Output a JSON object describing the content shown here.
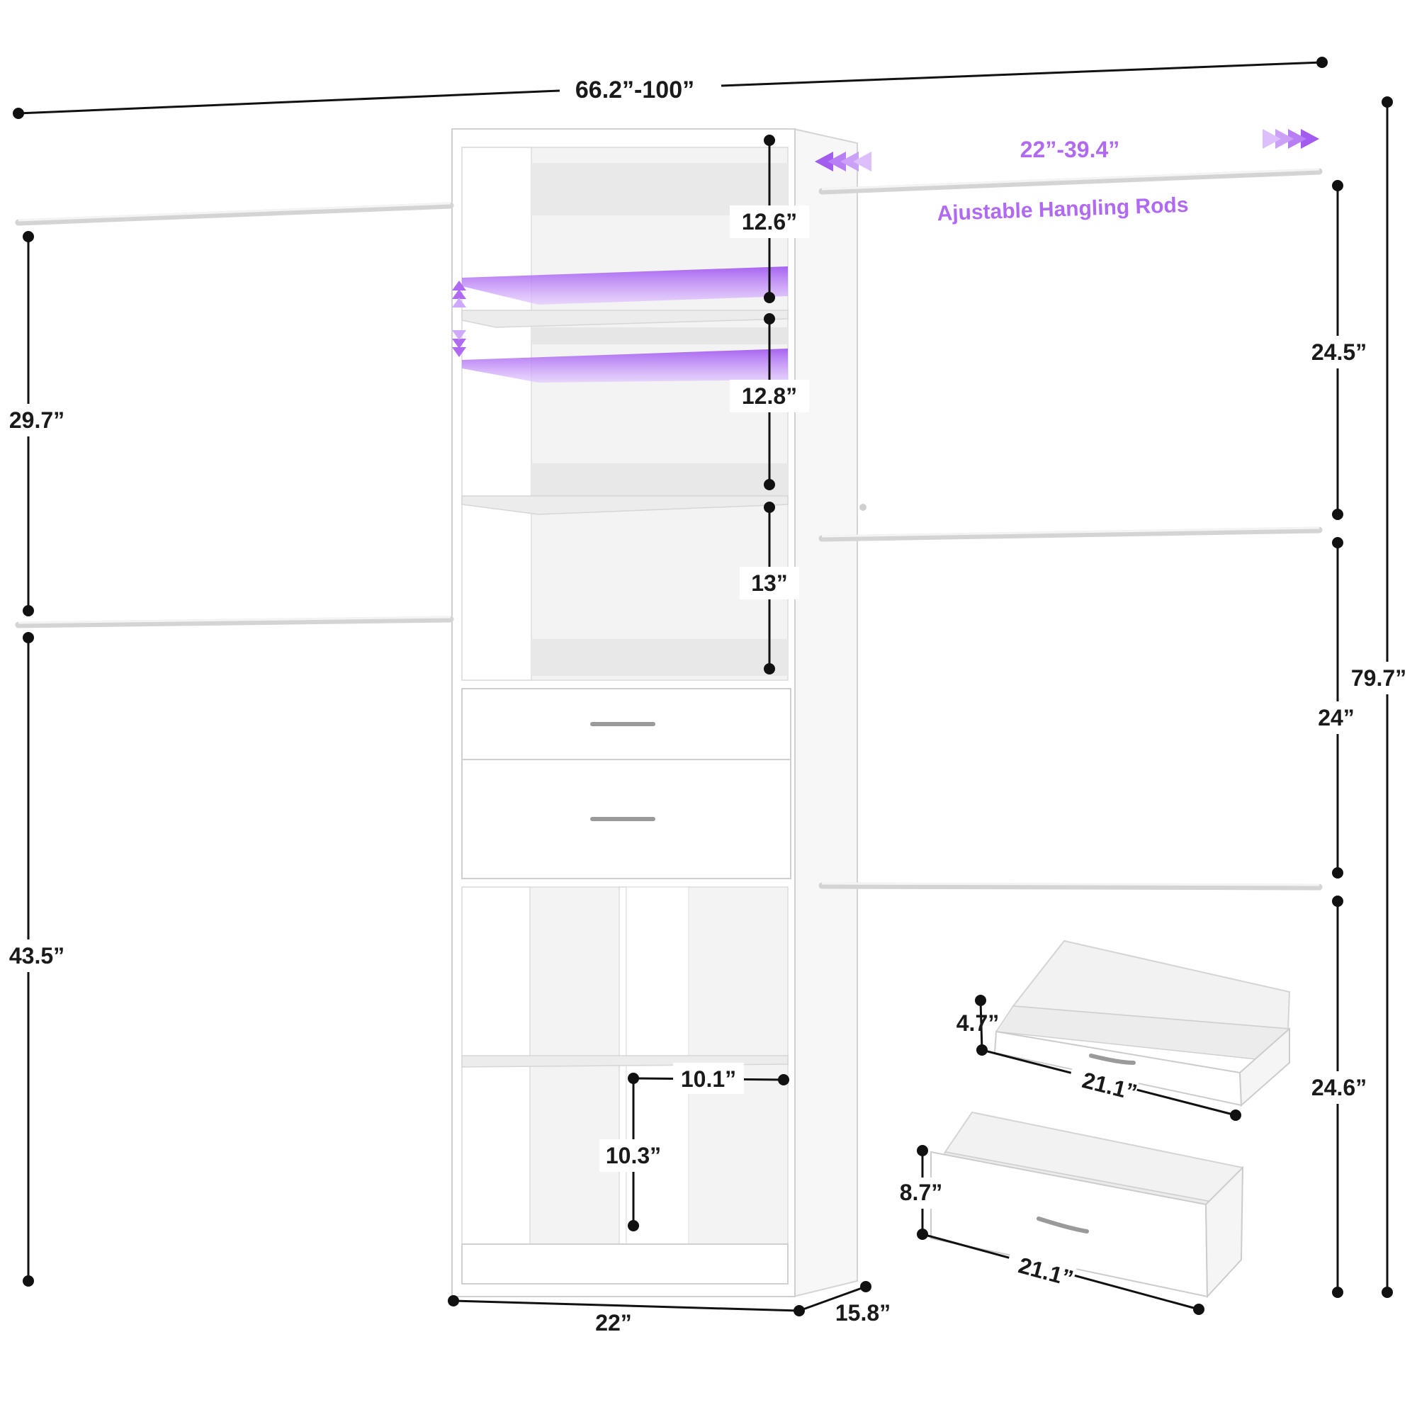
{
  "dimensions": {
    "total_width": "66.2”-100”",
    "rod_extension": "22”-39.4”",
    "rod_caption": "Ajustable Hangling Rods",
    "left_upper_height": "29.7”",
    "left_lower_height": "43.5”",
    "top_compartment": "12.6”",
    "second_compartment": "12.8”",
    "third_compartment": "13”",
    "cube_width": "10.1”",
    "cube_height": "10.3”",
    "base_width": "22”",
    "base_depth": "15.8”",
    "right_top_gap": "24.5”",
    "right_mid_gap": "24”",
    "right_bottom_gap": "24.6”",
    "overall_height": "79.7”",
    "small_drawer_height": "4.7”",
    "small_drawer_width": "21.1”",
    "large_drawer_height": "8.7”",
    "large_drawer_width": "21.1”"
  },
  "colors": {
    "accent": "#b06af2",
    "glow": "#cfa8ff",
    "line": "#111111"
  }
}
